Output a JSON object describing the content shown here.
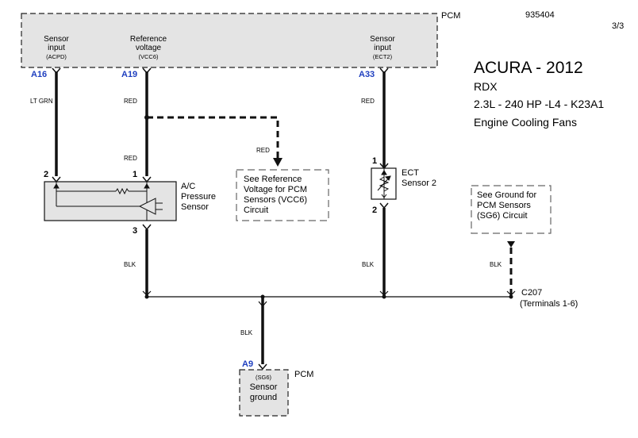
{
  "header": {
    "pcm_top_label": "PCM",
    "doc_number": "935404",
    "page": "3/3"
  },
  "vehicle": {
    "make_year": "ACURA - 2012",
    "model": "RDX",
    "engine": "2.3L -  240 HP -L4 - K23A1",
    "system": "Engine Cooling Fans"
  },
  "pcm_inputs": [
    {
      "line1": "Sensor",
      "line2": "input",
      "code": "(ACPD)",
      "pin": "A16"
    },
    {
      "line1": "Reference",
      "line2": "voltage",
      "code": "(VCC6)",
      "pin": "A19"
    },
    {
      "line1": "Sensor",
      "line2": "input",
      "code": "(ECT2)",
      "pin": "A33"
    }
  ],
  "wires": {
    "ac_input": "LT GRN",
    "ref_voltage": "RED",
    "ref_voltage_lower": "RED",
    "ref_branch": "RED",
    "ect_input": "RED",
    "ac_ground": "BLK",
    "ect_ground": "BLK",
    "sg6_branch": "BLK",
    "pcm_ground": "BLK"
  },
  "ac_sensor": {
    "name_lines": [
      "A/C",
      "Pressure",
      "Sensor"
    ],
    "pin_sig": "2",
    "pin_ref": "1",
    "pin_gnd": "3"
  },
  "ect_sensor": {
    "name_lines": [
      "ECT",
      "Sensor 2"
    ],
    "pin_top": "1",
    "pin_bottom": "2"
  },
  "ref_note_lines": [
    "See Reference",
    "Voltage for PCM",
    "Sensors (VCC6)",
    "Circuit"
  ],
  "gnd_note_lines": [
    "See Ground for",
    "PCM Sensors",
    "(SG6) Circuit"
  ],
  "connector": {
    "name": "C207",
    "detail": "(Terminals 1-6)"
  },
  "pcm_ground": {
    "pin": "A9",
    "code": "(SG6)",
    "line1": "Sensor",
    "line2": "ground",
    "label": "PCM"
  }
}
